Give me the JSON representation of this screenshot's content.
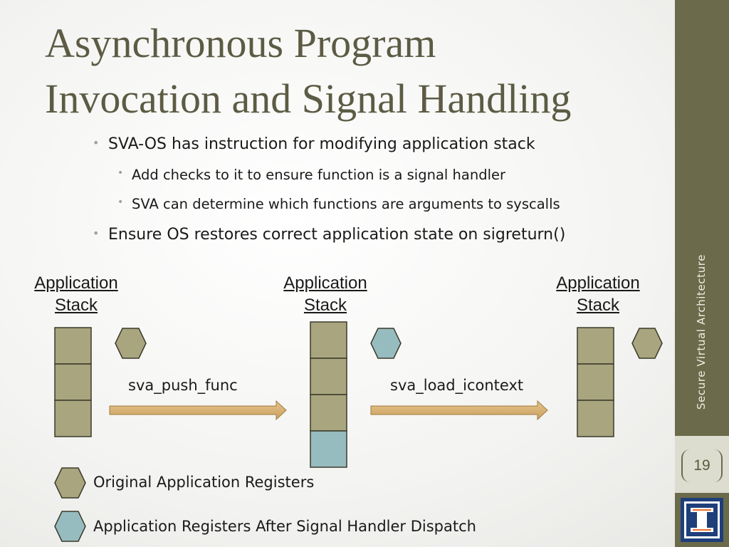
{
  "slide": {
    "title_line1": "Asynchronous Program",
    "title_line2": "Invocation and Signal Handling",
    "bullets": [
      {
        "level": 1,
        "text": "SVA-OS has instruction for modifying application stack"
      },
      {
        "level": 2,
        "text": "Add checks to it to ensure function is a signal handler"
      },
      {
        "level": 2,
        "text": "SVA can determine which functions are arguments to syscalls"
      },
      {
        "level": 1,
        "text": "Ensure OS restores correct application state on sigreturn()"
      }
    ],
    "sidebar_text": "Secure Virtual Architecture",
    "page_number": "19"
  },
  "diagram": {
    "stack_label_line1": "Application",
    "stack_label_line2": "Stack",
    "operations": [
      "sva_push_func",
      "sva_load_icontext"
    ],
    "stacks": [
      {
        "cells": [
          "original",
          "original",
          "original"
        ],
        "register": "original"
      },
      {
        "cells": [
          "original",
          "original",
          "original",
          "after"
        ],
        "register": "after"
      },
      {
        "cells": [
          "original",
          "original",
          "original"
        ],
        "register": "original"
      }
    ],
    "legend": [
      {
        "kind": "original",
        "text": "Original Application Registers"
      },
      {
        "kind": "after",
        "text": "Application Registers After Signal Handler Dispatch"
      }
    ]
  },
  "colors": {
    "original": "#a9a57f",
    "after": "#97bcc0",
    "arrow": "#d9b273",
    "sidebar": "#6b6a4b",
    "title": "#5c5b44"
  }
}
